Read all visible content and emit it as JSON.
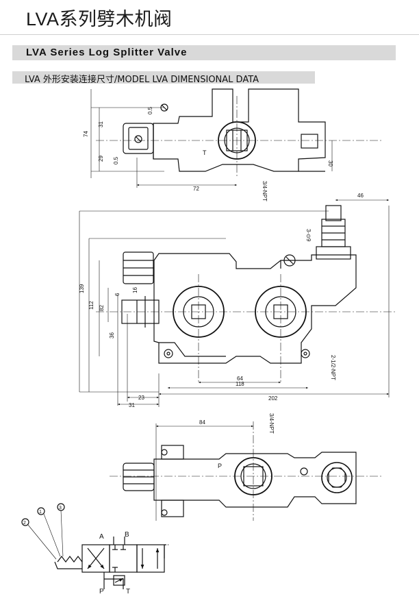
{
  "page": {
    "title": "LVA系列劈木机阀",
    "section_title": "LVA Series Log Splitter Valve",
    "subsection_title": "LVA 外形安装连接尺寸/MODEL LVA DIMENSIONAL DATA"
  },
  "top_view": {
    "dims": {
      "d74": "74",
      "d31": "31",
      "d29": "29",
      "d05a": "0.5",
      "d05b": "0.5",
      "d30": "30",
      "d72": "72",
      "port_T": "T",
      "npt": "3/4-NPT"
    }
  },
  "front_view": {
    "dims": {
      "d46": "46",
      "d3_09": "3-⊙9",
      "d139": "139",
      "d112": "112",
      "d82": "82",
      "d16": "16",
      "d6": "6",
      "d36": "36",
      "d64": "64",
      "d118": "118",
      "d202": "202",
      "d23": "23",
      "d31": "31",
      "npt": "2-1/2-NPT"
    }
  },
  "bottom_view": {
    "dims": {
      "d84": "84",
      "npt": "3/4-NPT",
      "port_P": "P"
    }
  },
  "schematic": {
    "labels": {
      "A": "A",
      "B": "B",
      "P": "P",
      "T": "T",
      "n1": "1",
      "n2": "2",
      "n3": "3"
    }
  }
}
